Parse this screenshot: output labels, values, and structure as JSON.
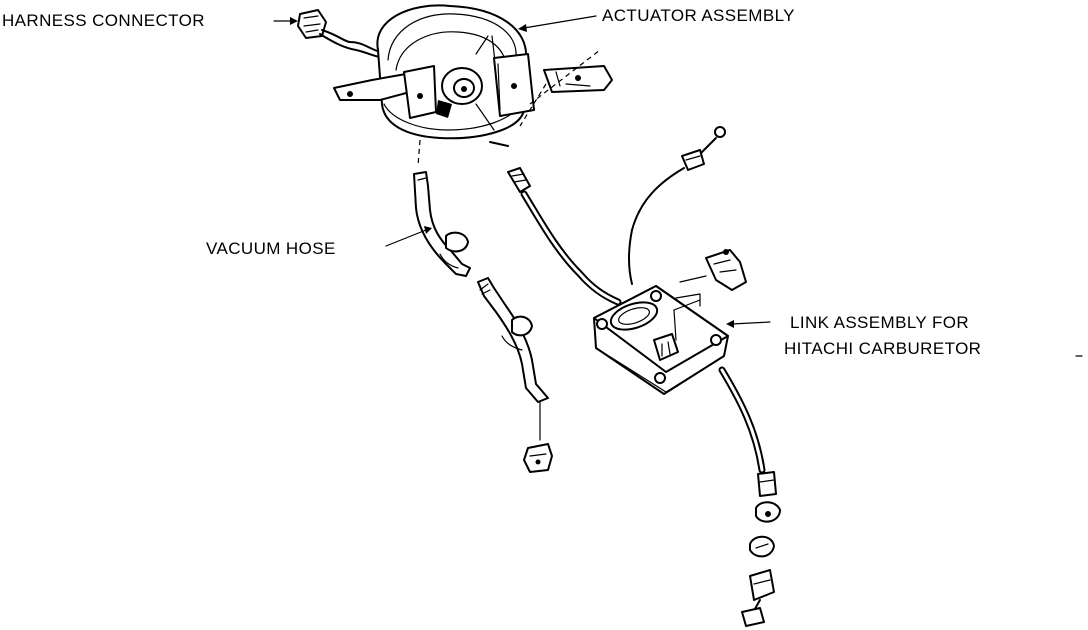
{
  "labels": {
    "harness_connector": "HARNESS CONNECTOR",
    "actuator_assembly": "ACTUATOR ASSEMBLY",
    "vacuum_hose": "VACUUM HOSE",
    "link_assembly_line1": "LINK ASSEMBLY FOR",
    "link_assembly_line2": "HITACHI CARBURETOR"
  }
}
